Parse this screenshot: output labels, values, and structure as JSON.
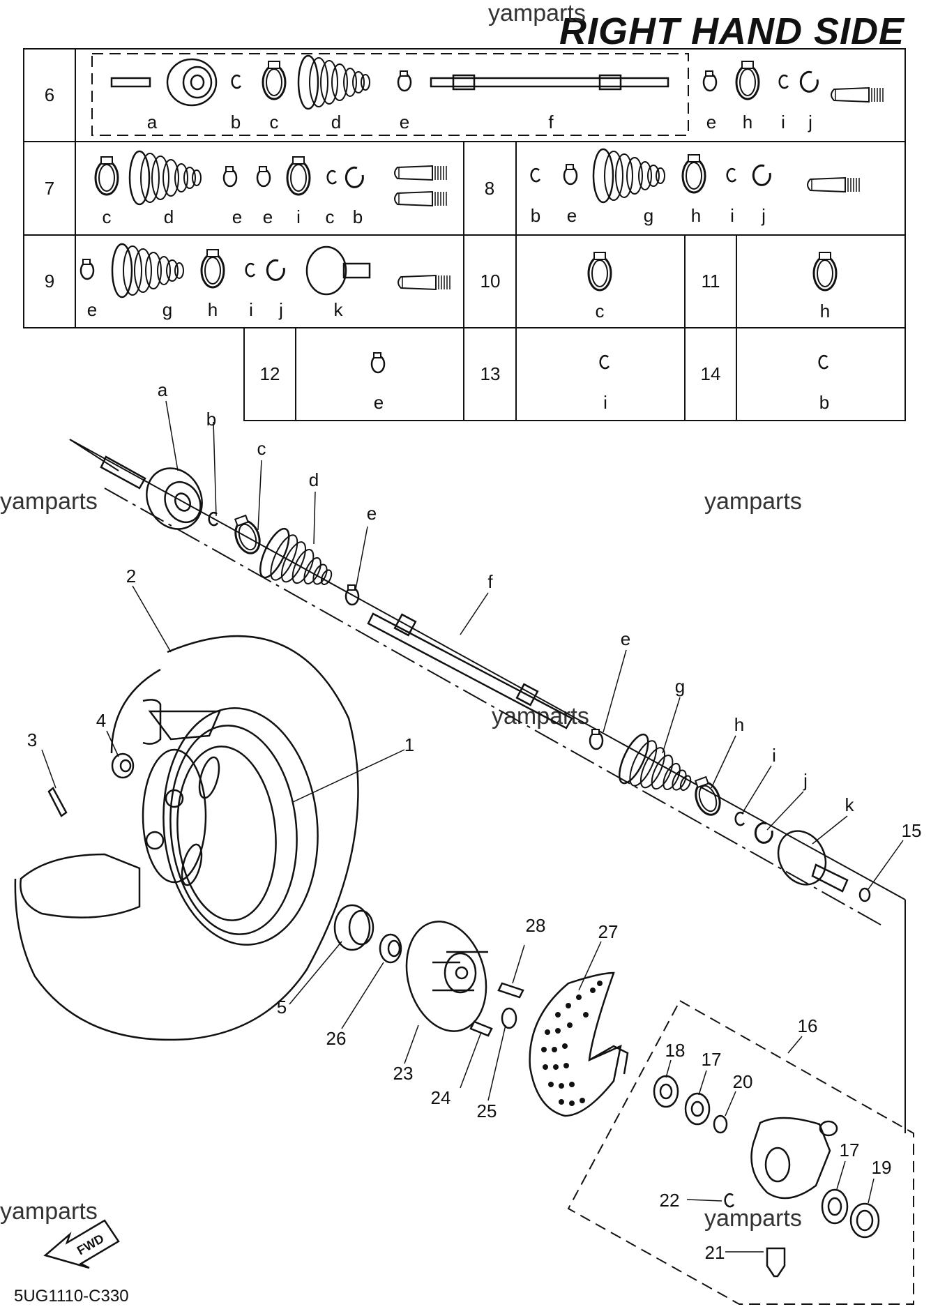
{
  "header": {
    "title": "RIGHT HAND SIDE",
    "watermark": "yamparts",
    "figure_code": "5UG1110-C330",
    "fwd_label": "FWD"
  },
  "kit_table": {
    "rows": [
      {
        "no": "6",
        "letters": [
          "a",
          "b",
          "c",
          "d",
          "e",
          "f",
          "e",
          "h",
          "i",
          "j"
        ]
      },
      {
        "no": "7",
        "letters": [
          "c",
          "d",
          "e",
          "e",
          "i",
          "c",
          "b"
        ]
      },
      {
        "no": "8",
        "letters": [
          "b",
          "e",
          "g",
          "h",
          "i",
          "j"
        ]
      },
      {
        "no": "9",
        "letters": [
          "e",
          "g",
          "h",
          "i",
          "j",
          "k"
        ]
      },
      {
        "no": "10",
        "letters": [
          "c"
        ]
      },
      {
        "no": "11",
        "letters": [
          "h"
        ]
      },
      {
        "no": "12",
        "letters": [
          "e"
        ]
      },
      {
        "no": "13",
        "letters": [
          "i"
        ]
      },
      {
        "no": "14",
        "letters": [
          "b"
        ]
      }
    ]
  },
  "callouts": {
    "shaft_letters": [
      "a",
      "b",
      "c",
      "d",
      "e",
      "f",
      "e",
      "g",
      "h",
      "i",
      "j",
      "k"
    ],
    "part_numbers": [
      "1",
      "2",
      "3",
      "4",
      "5",
      "15",
      "16",
      "17",
      "17",
      "18",
      "19",
      "20",
      "21",
      "22",
      "23",
      "24",
      "25",
      "26",
      "27",
      "28"
    ]
  }
}
